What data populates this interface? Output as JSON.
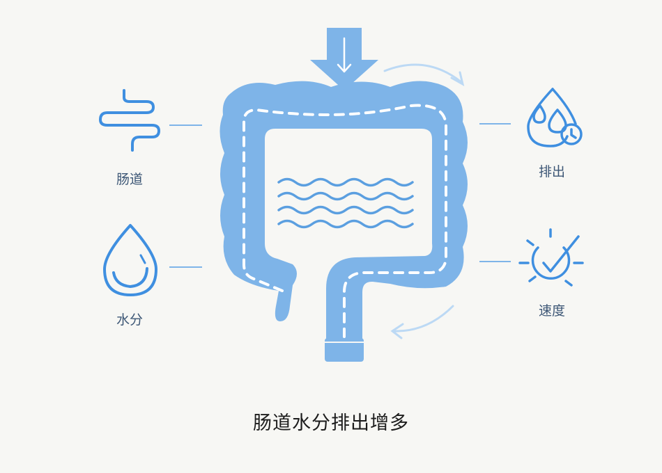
{
  "labels": {
    "intestine": "肠道",
    "water": "水分",
    "excretion": "排出",
    "speed": "速度"
  },
  "caption": "肠道水分排出增多",
  "icons": {
    "left_top": "intestine-icon",
    "left_bottom": "water-drop-icon",
    "right_top": "water-drops-timer-icon",
    "right_bottom": "speed-gauge-icon",
    "center": "colon-illustration"
  },
  "colors": {
    "colon_fill": "#7eb4e8",
    "icon_stroke": "#3f8fe0",
    "arrow_light": "#bcd9f4",
    "background": "#f7f7f4"
  }
}
